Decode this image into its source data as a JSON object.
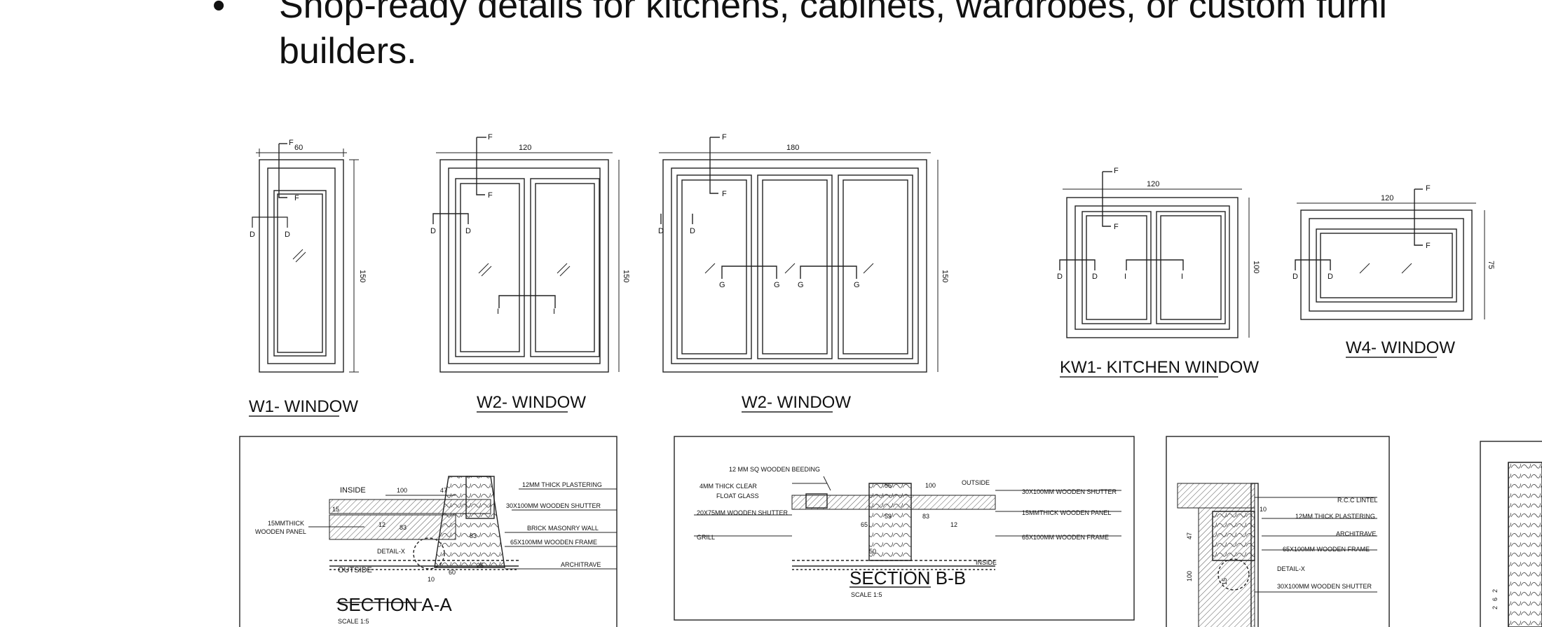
{
  "intro": {
    "bullet": "•",
    "line1": "Shop-ready details for kitchens, cabinets, wardrobes, or custom furni",
    "line2": "builders."
  },
  "windows": [
    {
      "title": "W1- WINDOW",
      "width_dim": "60",
      "height_dim": "150",
      "marks": [
        "F",
        "F",
        "D",
        "D"
      ]
    },
    {
      "title": "W2- WINDOW",
      "width_dim": "120",
      "height_dim": "150",
      "marks": [
        "F",
        "F",
        "D",
        "D",
        "I",
        "I"
      ]
    },
    {
      "title": "W2- WINDOW",
      "width_dim": "180",
      "height_dim": "150",
      "marks": [
        "F",
        "F",
        "D",
        "D",
        "G",
        "G",
        "G",
        "G"
      ]
    },
    {
      "title": "KW1- KITCHEN WINDOW",
      "width_dim": "120",
      "height_dim": "100",
      "marks": [
        "F",
        "F",
        "D",
        "D",
        "I",
        "I"
      ]
    },
    {
      "title": "W4- WINDOW",
      "width_dim": "120",
      "height_dim": "75",
      "marks": [
        "F",
        "F",
        "D",
        "D"
      ]
    }
  ],
  "section_a": {
    "title": "SECTION A-A",
    "scale": "SCALE 1:5",
    "inside": "INSIDE",
    "outside": "OUTSIDE",
    "detail": "DETAIL-X",
    "left_note_1": "15MMTHICK",
    "left_note_2": "WOODEN PANEL",
    "dims": [
      "100",
      "47",
      "83",
      "83",
      "12",
      "10",
      "60",
      "15",
      "25"
    ],
    "notes": [
      "12MM THICK PLASTERING",
      "30X100MM WOODEN SHUTTER",
      "BRICK MASONRY WALL",
      "65X100MM WOODEN FRAME",
      "ARCHITRAVE"
    ]
  },
  "section_b": {
    "title": "SECTION B-B",
    "scale": "SCALE 1:5",
    "inside": "INSIDE",
    "outside": "OUTSIDE",
    "left_notes": [
      "12 MM SQ WOODEN BEEDING",
      "4MM THICK CLEAR",
      "FLOAT GLASS",
      "20X75MM WOODEN SHUTTER",
      "GRILL"
    ],
    "right_notes": [
      "30X100MM WOODEN SHUTTER",
      "15MMTHICK WOODEN PANEL",
      "65X100MM WOODEN FRAME"
    ],
    "dims": [
      "55",
      "100",
      "53",
      "83",
      "12",
      "65",
      "50"
    ]
  },
  "section_c": {
    "notes": [
      "R.C.C LINTEL",
      "12MM THICK PLASTERING",
      "ARCHITRAVE",
      "65X100MM WOODEN FRAME",
      "DETAIL-X",
      "30X100MM WOODEN SHUTTER"
    ],
    "dims": [
      "10",
      "47",
      "100",
      "15"
    ]
  },
  "section_d": {
    "dims": [
      "2",
      "6",
      "2"
    ]
  }
}
